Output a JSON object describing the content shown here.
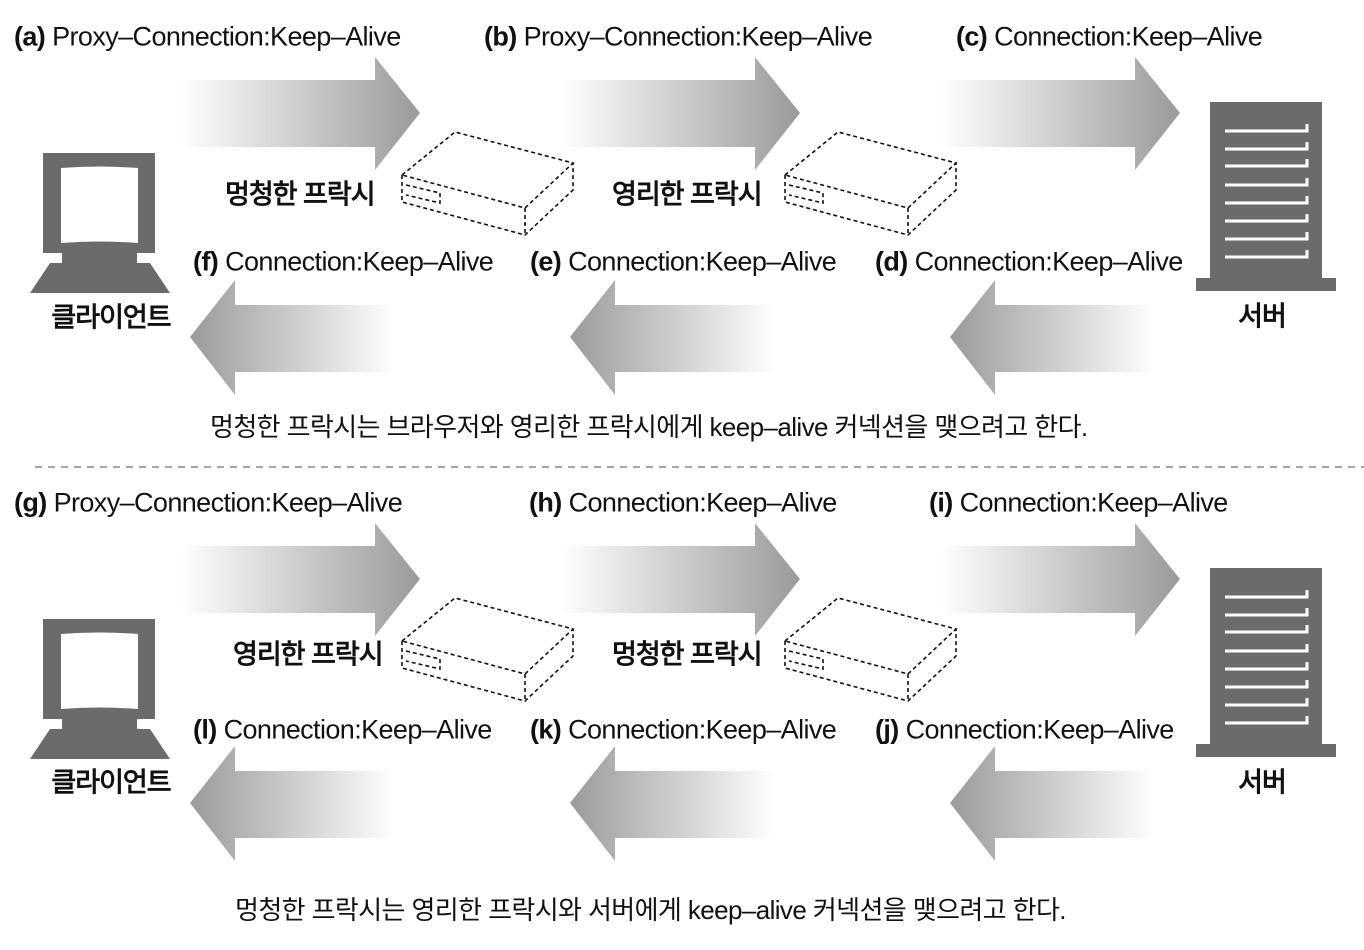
{
  "panels": [
    {
      "headers": [
        {
          "tag": "(a)",
          "text": "Proxy–Connection:Keep–Alive"
        },
        {
          "tag": "(b)",
          "text": "Proxy–Connection:Keep–Alive"
        },
        {
          "tag": "(c)",
          "text": "Connection:Keep–Alive"
        },
        {
          "tag": "(d)",
          "text": "Connection:Keep–Alive"
        },
        {
          "tag": "(e)",
          "text": "Connection:Keep–Alive"
        },
        {
          "tag": "(f)",
          "text": "Connection:Keep–Alive"
        }
      ],
      "proxy1": "멍청한 프락시",
      "proxy2": "영리한 프락시",
      "client": "클라이언트",
      "server": "서버",
      "caption": "멍청한 프락시는 브라우저와 영리한 프락시에게 keep–alive 커넥션을 맺으려고 한다."
    },
    {
      "headers": [
        {
          "tag": "(g)",
          "text": "Proxy–Connection:Keep–Alive"
        },
        {
          "tag": "(h)",
          "text": "Connection:Keep–Alive"
        },
        {
          "tag": "(i)",
          "text": "Connection:Keep–Alive"
        },
        {
          "tag": "(j)",
          "text": "Connection:Keep–Alive"
        },
        {
          "tag": "(k)",
          "text": "Connection:Keep–Alive"
        },
        {
          "tag": "(l)",
          "text": "Connection:Keep–Alive"
        }
      ],
      "proxy1": "영리한 프락시",
      "proxy2": "멍청한 프락시",
      "client": "클라이언트",
      "server": "서버",
      "caption": "멍청한 프락시는 영리한 프락시와 서버에게 keep–alive 커넥션을 맺으려고 한다."
    }
  ],
  "colors": {
    "icon": "#6b6b6b",
    "arrow": "#9a9a9a"
  }
}
